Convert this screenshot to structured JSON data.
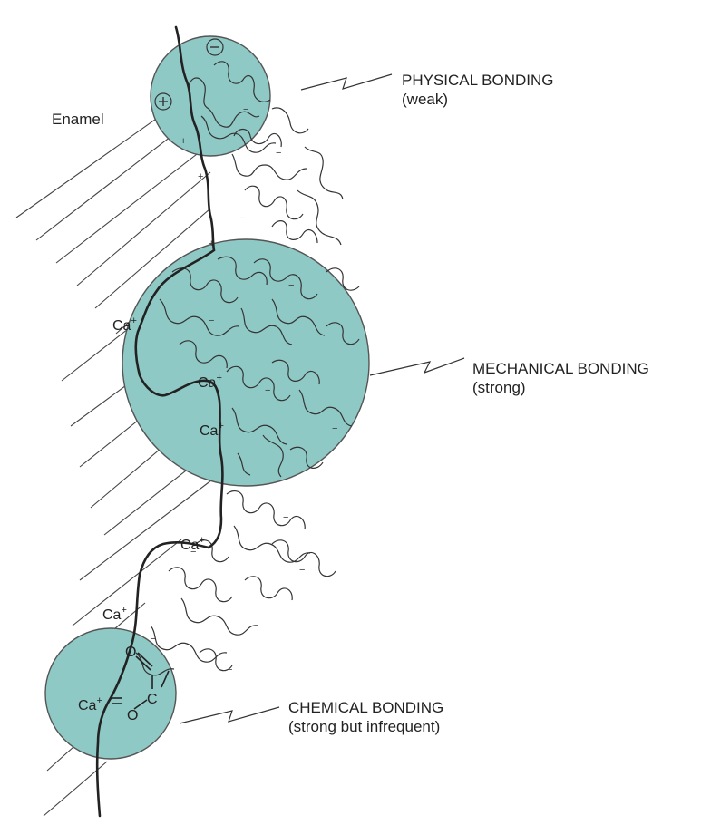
{
  "colors": {
    "zone_fill": "#8fc9c5",
    "ink": "#222222",
    "background": "#ffffff"
  },
  "enamel_label": "Enamel",
  "bonds": [
    {
      "title": "PHYSICAL BONDING",
      "detail": "(weak)"
    },
    {
      "title": "MECHANICAL BONDING",
      "detail": "(strong)"
    },
    {
      "title": "CHEMICAL BONDING",
      "detail": "(strong but infrequent)"
    }
  ],
  "ions": {
    "calcium": "Ca",
    "plus": "+",
    "minus": "−",
    "carbon": "C",
    "oxygen": "O"
  },
  "charges": {
    "negative_circle": "⊖",
    "positive_circle": "⊕"
  }
}
